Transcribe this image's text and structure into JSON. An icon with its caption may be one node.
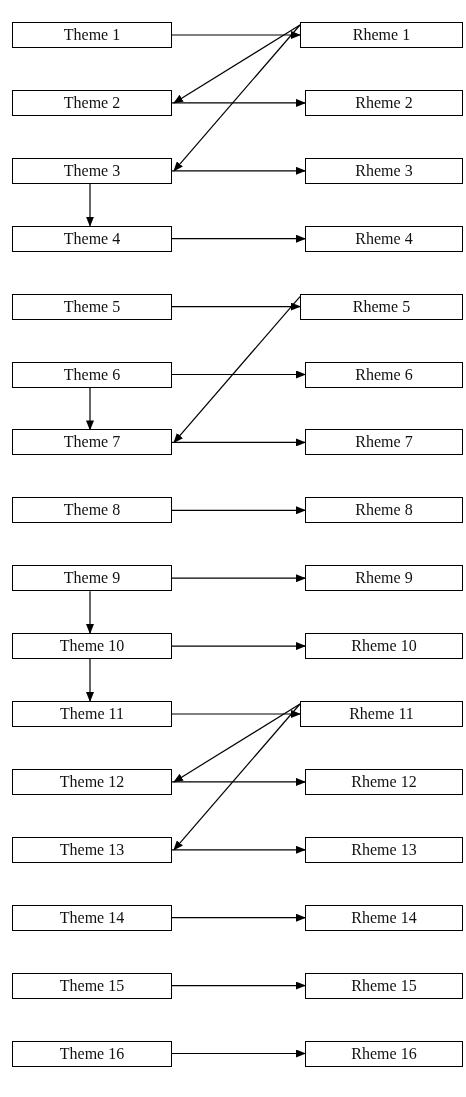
{
  "diagram": {
    "nodes": [
      {
        "text": [
          "Theme 1"
        ]
      },
      {
        "text": [
          "Rheme 1"
        ]
      },
      {
        "text": [
          "Theme 2"
        ]
      },
      {
        "text": [
          "Rheme 2"
        ]
      },
      {
        "text": [
          "Theme 3"
        ]
      },
      {
        "text": [
          "Rheme 3"
        ]
      },
      {
        "text": [
          "Theme 4"
        ]
      },
      {
        "text": [
          "Rheme 4"
        ]
      },
      {
        "text": [
          "Theme 5"
        ]
      },
      {
        "text": [
          "Rheme 5"
        ]
      },
      {
        "text": [
          "Theme 6"
        ]
      },
      {
        "text": [
          "Rheme 6"
        ]
      },
      {
        "text": [
          "Theme 7"
        ]
      },
      {
        "text": [
          "Rheme 7"
        ]
      },
      {
        "text": [
          "Theme 8"
        ]
      },
      {
        "text": [
          "Rheme 8"
        ]
      },
      {
        "text": [
          "Theme 9"
        ]
      },
      {
        "text": [
          "Rheme 9"
        ]
      },
      {
        "text": [
          "Theme 10"
        ]
      },
      {
        "text": [
          "Rheme 10"
        ]
      },
      {
        "text": [
          "Theme 11"
        ]
      },
      {
        "text": [
          "Rheme 11"
        ]
      },
      {
        "text": [
          "Theme 12"
        ]
      },
      {
        "text": [
          "Rheme 12"
        ]
      },
      {
        "text": [
          "Theme 13"
        ]
      },
      {
        "text": [
          "Rheme 13"
        ]
      },
      {
        "text": [
          "Theme 14"
        ]
      },
      {
        "text": [
          "Rheme 14"
        ]
      },
      {
        "text": [
          "Theme 15"
        ]
      },
      {
        "text": [
          "Rheme 15"
        ]
      },
      {
        "text": [
          "Theme 16"
        ]
      },
      {
        "text": [
          "Rheme 16"
        ]
      }
    ],
    "edges": [
      {
        "from": 0,
        "to": 1,
        "arrow": "to"
      },
      {
        "from": 1,
        "to": 2,
        "arrow": "to"
      },
      {
        "from": 1,
        "to": 4,
        "arrow": "to"
      },
      {
        "from": 2,
        "to": 3,
        "arrow": "to"
      },
      {
        "from": 4,
        "to": 5,
        "arrow": "to"
      },
      {
        "from": 4,
        "to": 6,
        "arrow": "to"
      },
      {
        "from": 6,
        "to": 7,
        "arrow": "to"
      },
      {
        "from": 8,
        "to": 9,
        "arrow": "to"
      },
      {
        "from": 9,
        "to": 12,
        "arrow": "to"
      },
      {
        "from": 10,
        "to": 11,
        "arrow": "to"
      },
      {
        "from": 10,
        "to": 12,
        "arrow": "to"
      },
      {
        "from": 12,
        "to": 13,
        "arrow": "to"
      },
      {
        "from": 14,
        "to": 15,
        "arrow": "to"
      },
      {
        "from": 16,
        "to": 17,
        "arrow": "to"
      },
      {
        "from": 16,
        "to": 18,
        "arrow": "to"
      },
      {
        "from": 18,
        "to": 19,
        "arrow": "to"
      },
      {
        "from": 18,
        "to": 20,
        "arrow": "to"
      },
      {
        "from": 20,
        "to": 21,
        "arrow": "to"
      },
      {
        "from": 21,
        "to": 22,
        "arrow": "to"
      },
      {
        "from": 21,
        "to": 24,
        "arrow": "to"
      },
      {
        "from": 22,
        "to": 23,
        "arrow": "to"
      },
      {
        "from": 24,
        "to": 25,
        "arrow": "to"
      },
      {
        "from": 26,
        "to": 27,
        "arrow": "to"
      },
      {
        "from": 28,
        "to": 29,
        "arrow": "to"
      },
      {
        "from": 30,
        "to": 31,
        "arrow": "to"
      }
    ]
  }
}
